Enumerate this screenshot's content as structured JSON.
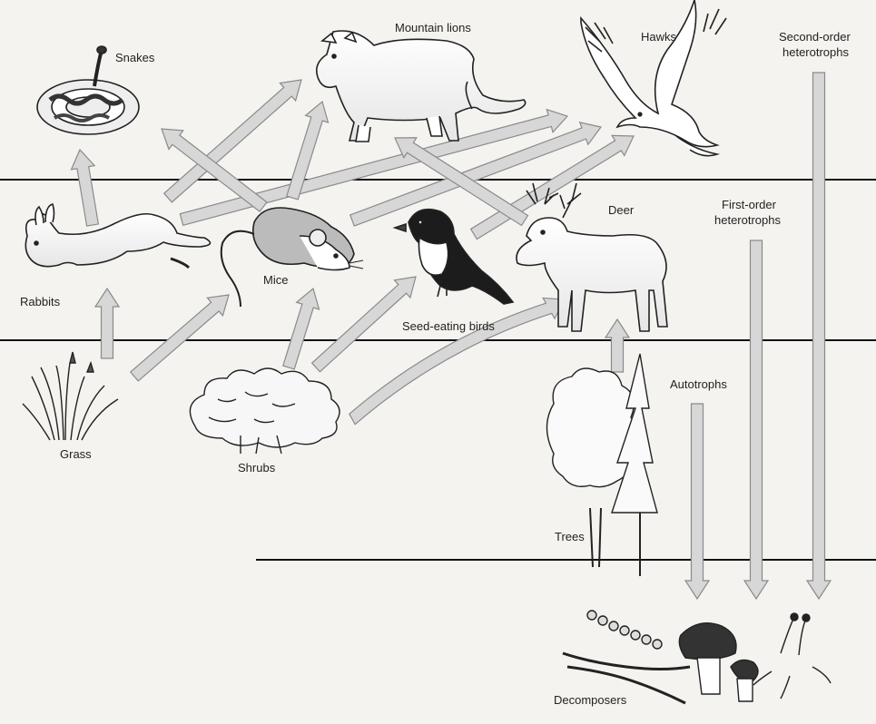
{
  "labels": {
    "snakes": "Snakes",
    "mountain_lions": "Mountain lions",
    "hawks": "Hawks",
    "second_order_line1": "Second-order",
    "second_order_line2": "heterotrophs",
    "rabbits": "Rabbits",
    "mice": "Mice",
    "seed_eating_birds": "Seed-eating birds",
    "deer": "Deer",
    "first_order_line1": "First-order",
    "first_order_line2": "heterotrophs",
    "autotrophs": "Autotrophs",
    "grass": "Grass",
    "shrubs": "Shrubs",
    "trees": "Trees",
    "decomposers": "Decomposers"
  },
  "colors": {
    "background": "#f4f3ef",
    "arrow_fill": "#d7d7d7",
    "arrow_stroke": "#8a8a8a",
    "line": "#111111",
    "ink": "#222222"
  },
  "feeding_links": [
    {
      "from": "Grass",
      "to": "Rabbits"
    },
    {
      "from": "Grass",
      "to": "Mice"
    },
    {
      "from": "Shrubs",
      "to": "Mice"
    },
    {
      "from": "Shrubs",
      "to": "Seed-eating birds"
    },
    {
      "from": "Shrubs",
      "to": "Deer"
    },
    {
      "from": "Trees",
      "to": "Deer"
    },
    {
      "from": "Rabbits",
      "to": "Snakes"
    },
    {
      "from": "Rabbits",
      "to": "Hawks"
    },
    {
      "from": "Mice",
      "to": "Snakes"
    },
    {
      "from": "Mice",
      "to": "Mountain lions"
    },
    {
      "from": "Mice",
      "to": "Hawks"
    },
    {
      "from": "Rabbits",
      "to": "Mountain lions"
    },
    {
      "from": "Seed-eating birds",
      "to": "Hawks"
    },
    {
      "from": "Deer",
      "to": "Mountain lions"
    },
    {
      "from": "Autotrophs",
      "to": "Decomposers"
    },
    {
      "from": "First-order heterotrophs",
      "to": "Decomposers"
    },
    {
      "from": "Second-order heterotrophs",
      "to": "Decomposers"
    }
  ]
}
